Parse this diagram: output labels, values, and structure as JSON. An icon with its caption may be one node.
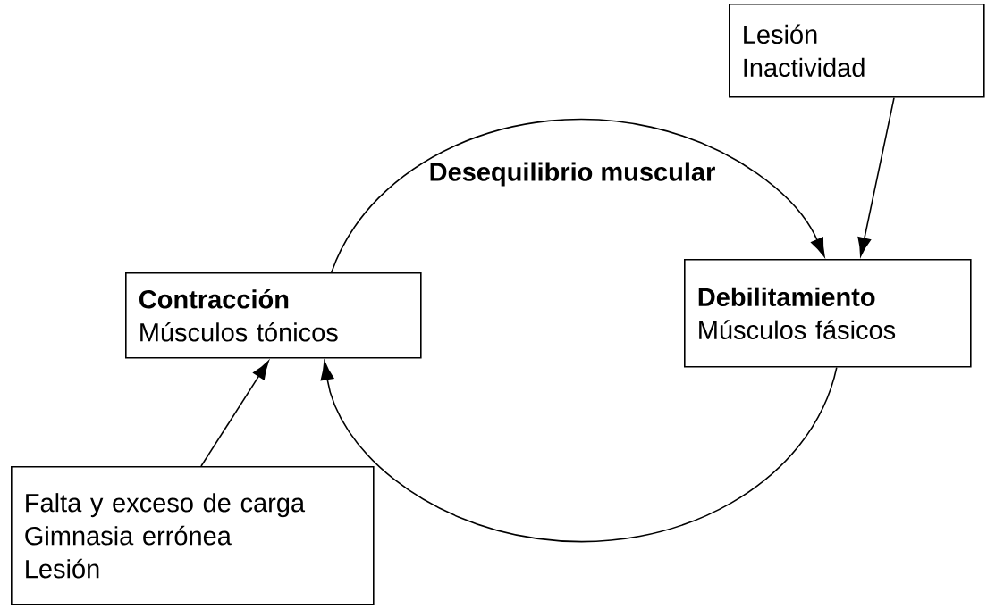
{
  "diagram": {
    "nodes": [
      {
        "text": [
          "Lesión",
          "Inactividad"
        ]
      },
      {
        "text": [
          "Contracción",
          "Músculos tónicos"
        ]
      },
      {
        "text": [
          "Debilitamiento",
          "Músculos fásicos"
        ]
      },
      {
        "text": [
          "Falta y exceso de carga",
          "Gimnasia errónea",
          "Lesión"
        ]
      }
    ],
    "edges": [
      {
        "from": 0,
        "to": 2,
        "arrow": "to"
      },
      {
        "from": 3,
        "to": 1,
        "arrow": "to"
      },
      {
        "from": 1,
        "to": 2,
        "arrow": "to"
      },
      {
        "from": 2,
        "to": 1,
        "arrow": "to"
      }
    ],
    "labels": [
      "Desequilibrio muscular"
    ]
  }
}
